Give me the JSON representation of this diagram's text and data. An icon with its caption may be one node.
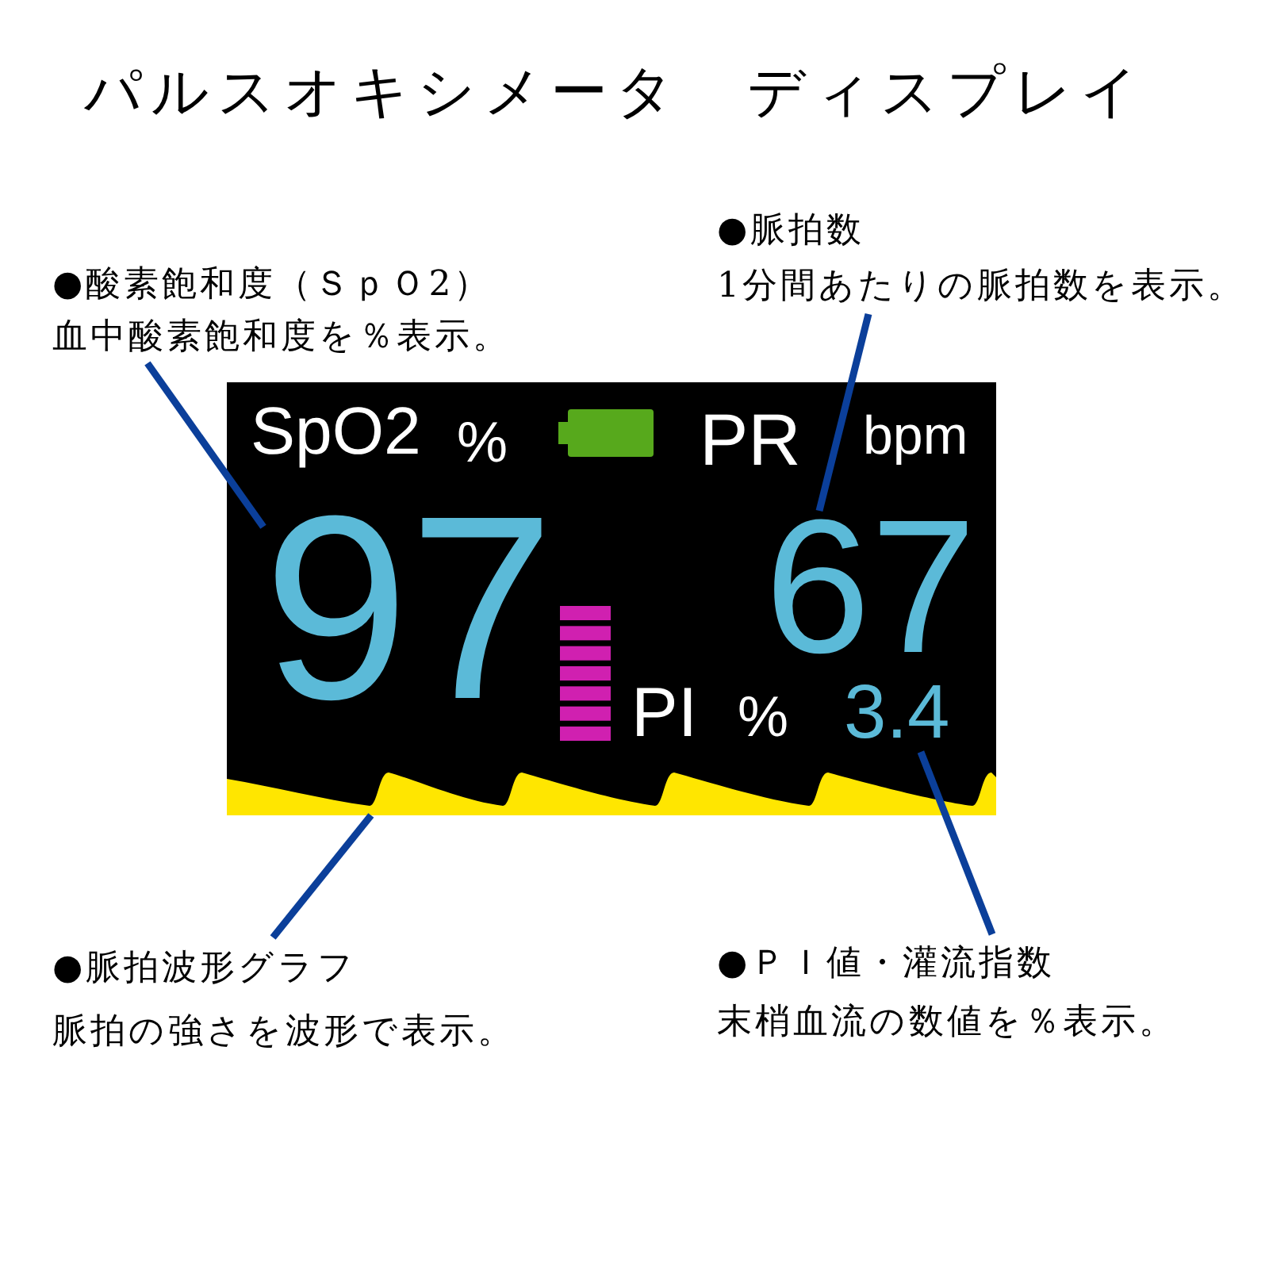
{
  "diagram": {
    "title": "パルスオキシメータ　ディスプレイ",
    "nodes": [
      {
        "text": [
          "●酸素飽和度（ＳｐＯ2）",
          "血中酸素飽和度を％表示。"
        ]
      },
      {
        "text": [
          "●脈拍数",
          "1分間あたりの脈拍数を表示。"
        ]
      },
      {
        "text": [
          "SpO2",
          "%",
          "PR",
          "bpm",
          "PI",
          "%"
        ]
      },
      {
        "text": [
          "97"
        ],
        "in": 2
      },
      {
        "text": [
          "67"
        ],
        "in": 2
      },
      {
        "text": [
          "3.4"
        ],
        "in": 2
      },
      {
        "text": [],
        "shape": "picture",
        "in": 2
      },
      {
        "text": [
          "●脈拍波形グラフ",
          "脈拍の強さを波形で表示。"
        ]
      },
      {
        "text": [
          "●ＰＩ値・灌流指数",
          "末梢血流の数値を％表示。"
        ]
      }
    ],
    "edges": [
      {
        "from": 0,
        "to": 3,
        "arrow": "none"
      },
      {
        "from": 1,
        "to": 4,
        "arrow": "none"
      },
      {
        "from": 7,
        "to": 6,
        "arrow": "none"
      },
      {
        "from": 8,
        "to": 5,
        "arrow": "none"
      }
    ]
  }
}
